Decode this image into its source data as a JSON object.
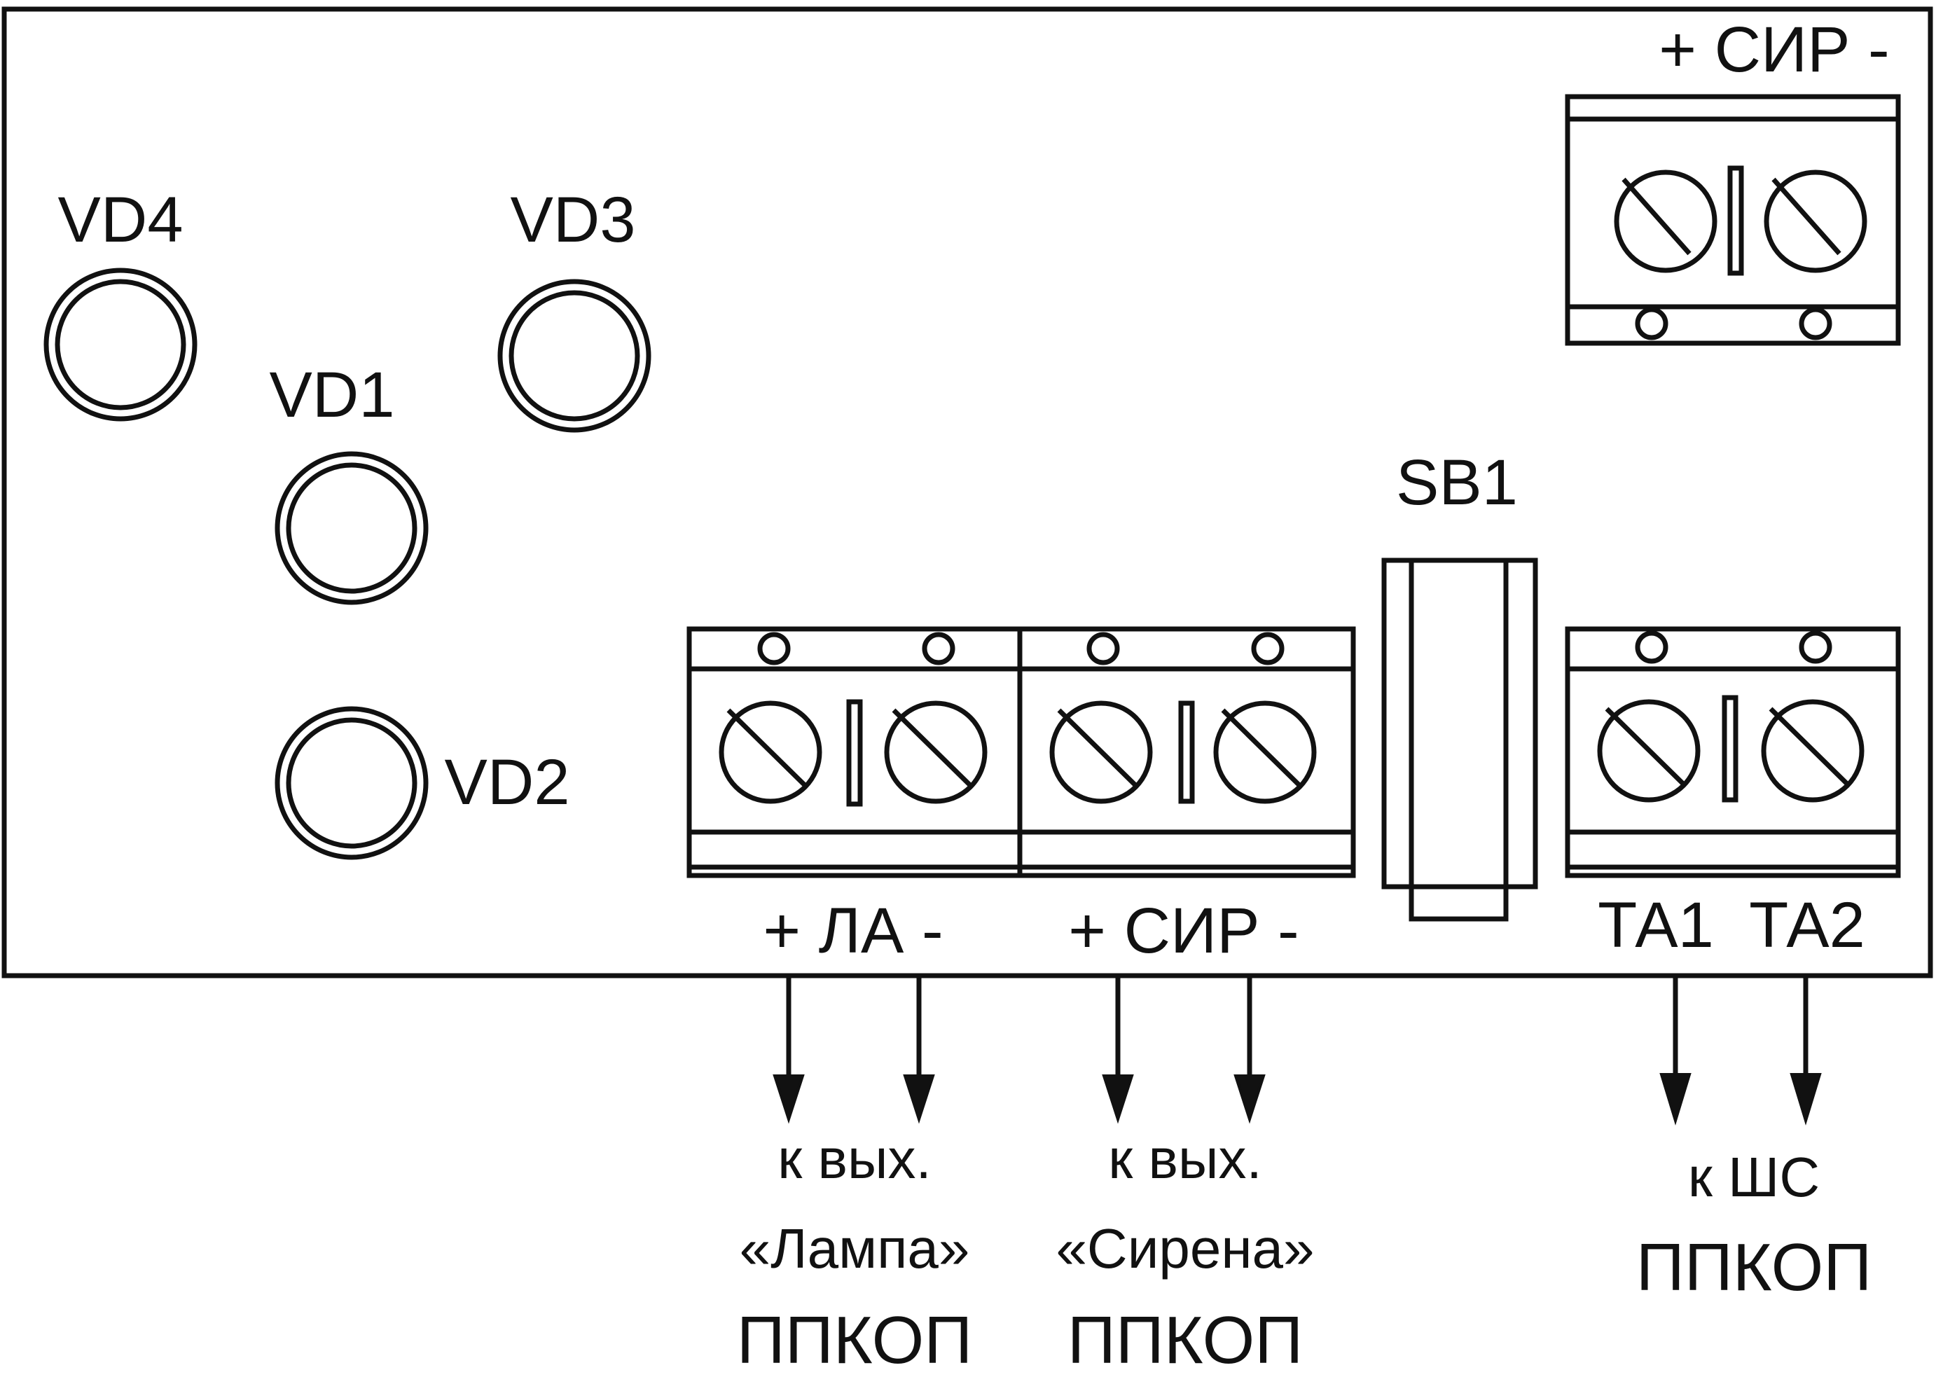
{
  "leds": [
    {
      "label": "VD4"
    },
    {
      "label": "VD3"
    },
    {
      "label": "VD1"
    },
    {
      "label": "VD2"
    }
  ],
  "button": {
    "label": "SB1"
  },
  "terminals": {
    "top_siren": {
      "label": "+ СИР -"
    },
    "lamp": {
      "label": "+ ЛА -"
    },
    "siren": {
      "label": "+ СИР -"
    },
    "ta1": {
      "label": "ТА1"
    },
    "ta2": {
      "label": "ТА2"
    }
  },
  "outputs": {
    "lamp": {
      "line1": "к вых.",
      "line2": "«Лампа»",
      "line3": "ППКОП"
    },
    "siren": {
      "line1": "к вых.",
      "line2": "«Сирена»",
      "line3": "ППКОП"
    },
    "loop": {
      "line1": "к ШС",
      "line2": "ППКОП"
    }
  },
  "colors": {
    "stroke": "#111111",
    "background": "#ffffff"
  }
}
